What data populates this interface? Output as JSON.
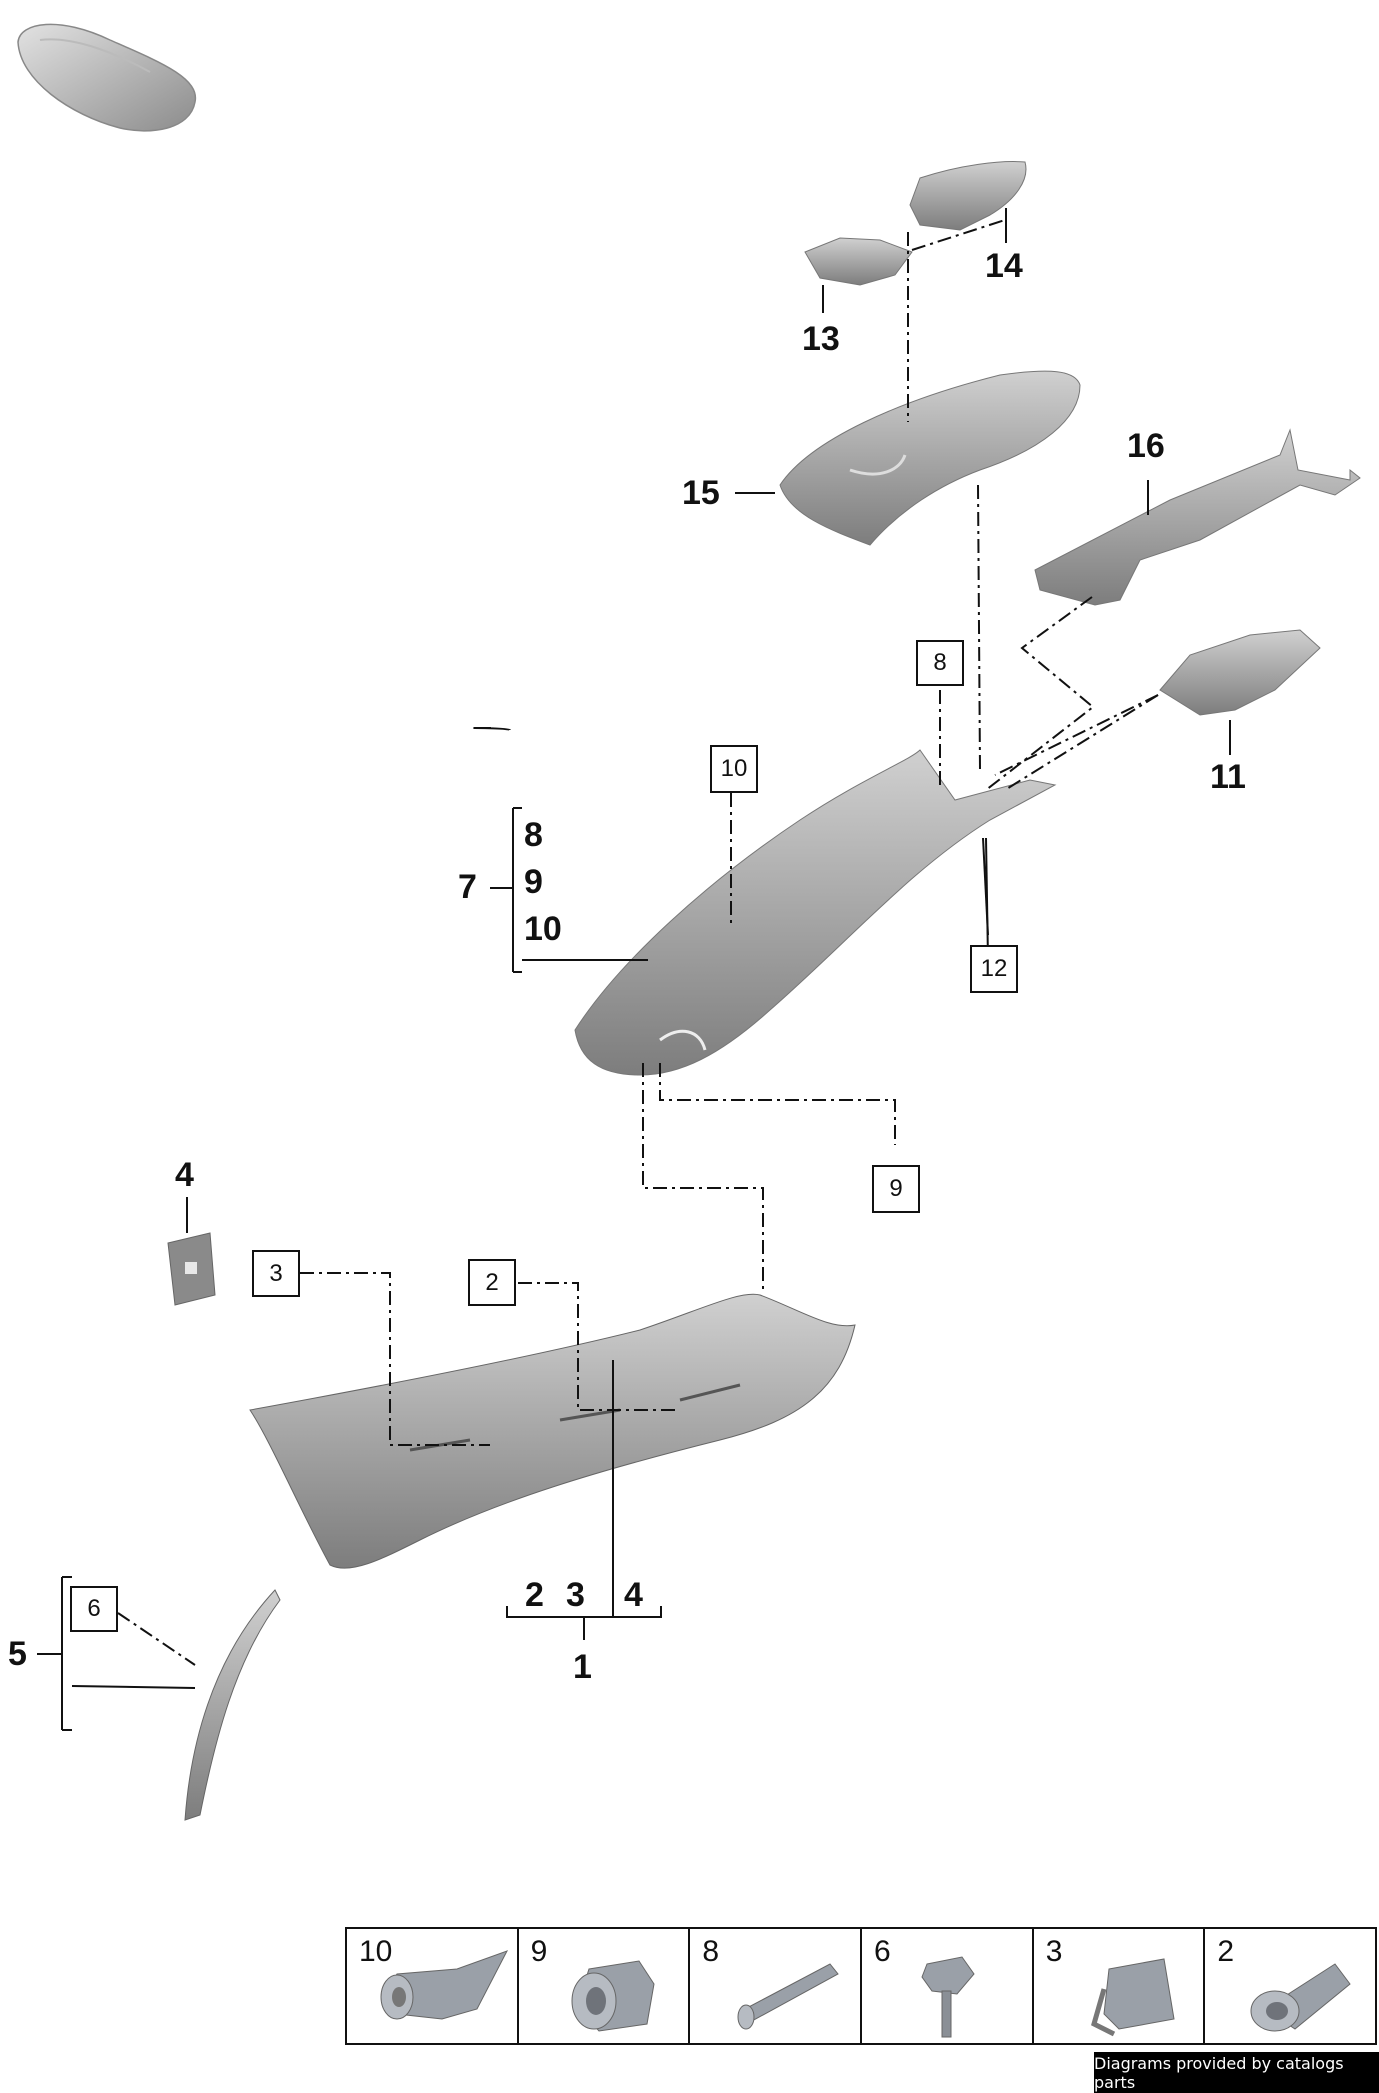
{
  "callouts": {
    "c1": "1",
    "c2": "2",
    "c3": "3",
    "c4_bottom": "4",
    "c4_top": "4",
    "c5": "5",
    "c7": "7",
    "c7_8": "8",
    "c7_9": "9",
    "c7_10": "10",
    "c11": "11",
    "c13": "13",
    "c14": "14",
    "c15": "15",
    "c16": "16"
  },
  "boxed": {
    "b2": "2",
    "b3": "3",
    "b6": "6",
    "b8": "8",
    "b9": "9",
    "b10": "10",
    "b12": "12"
  },
  "legend": {
    "items": [
      {
        "number": "10",
        "icon": "expanding-clip-icon"
      },
      {
        "number": "9",
        "icon": "grommet-icon"
      },
      {
        "number": "8",
        "icon": "pin-icon"
      },
      {
        "number": "6",
        "icon": "rivet-icon"
      },
      {
        "number": "3",
        "icon": "spring-clip-icon"
      },
      {
        "number": "2",
        "icon": "sleeve-icon"
      }
    ]
  },
  "footer": {
    "text": "Diagrams provided by catalogs parts"
  },
  "colors": {
    "part_fill": "#9a9a9a",
    "part_dark": "#6e6e6e",
    "line": "#111111"
  }
}
